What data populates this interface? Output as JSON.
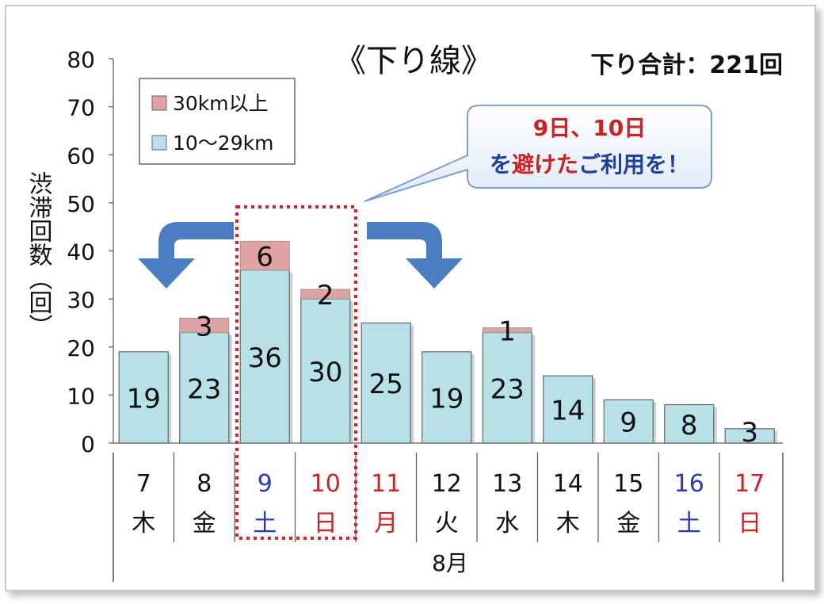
{
  "chart_data": {
    "type": "bar",
    "stacked": true,
    "title": "《下り線》",
    "total_label": "下り合計：221回",
    "ylabel": "渋滞回数（回）",
    "xlabel": "8月",
    "ylim": [
      0,
      80
    ],
    "yticks": [
      0,
      10,
      20,
      30,
      40,
      50,
      60,
      70,
      80
    ],
    "grid": false,
    "legend_position": "top-left",
    "categories": [
      {
        "day": "7",
        "weekday": "木",
        "color": "#111111"
      },
      {
        "day": "8",
        "weekday": "金",
        "color": "#111111"
      },
      {
        "day": "9",
        "weekday": "土",
        "color": "#2a36c8"
      },
      {
        "day": "10",
        "weekday": "日",
        "color": "#d02020"
      },
      {
        "day": "11",
        "weekday": "月",
        "color": "#d02020"
      },
      {
        "day": "12",
        "weekday": "火",
        "color": "#111111"
      },
      {
        "day": "13",
        "weekday": "水",
        "color": "#111111"
      },
      {
        "day": "14",
        "weekday": "木",
        "color": "#111111"
      },
      {
        "day": "15",
        "weekday": "金",
        "color": "#111111"
      },
      {
        "day": "16",
        "weekday": "土",
        "color": "#2a36c8"
      },
      {
        "day": "17",
        "weekday": "日",
        "color": "#d02020"
      }
    ],
    "series": [
      {
        "name": "10～29km",
        "color": "#b7e0e7",
        "values": [
          19,
          23,
          36,
          30,
          25,
          19,
          23,
          14,
          9,
          8,
          3
        ]
      },
      {
        "name": "30km以上",
        "color": "#e0a3a3",
        "values": [
          0,
          3,
          6,
          2,
          0,
          0,
          1,
          0,
          0,
          0,
          0
        ]
      }
    ],
    "highlight": {
      "days": [
        "9",
        "10"
      ],
      "style": "red dotted box"
    },
    "callout": {
      "line1": "9日、10日",
      "line2_part1": "を",
      "line2_part2": "避けた",
      "line2_part3": "ご利用を！",
      "colors": {
        "red": "#d02020",
        "blue": "#2040a0"
      }
    }
  }
}
